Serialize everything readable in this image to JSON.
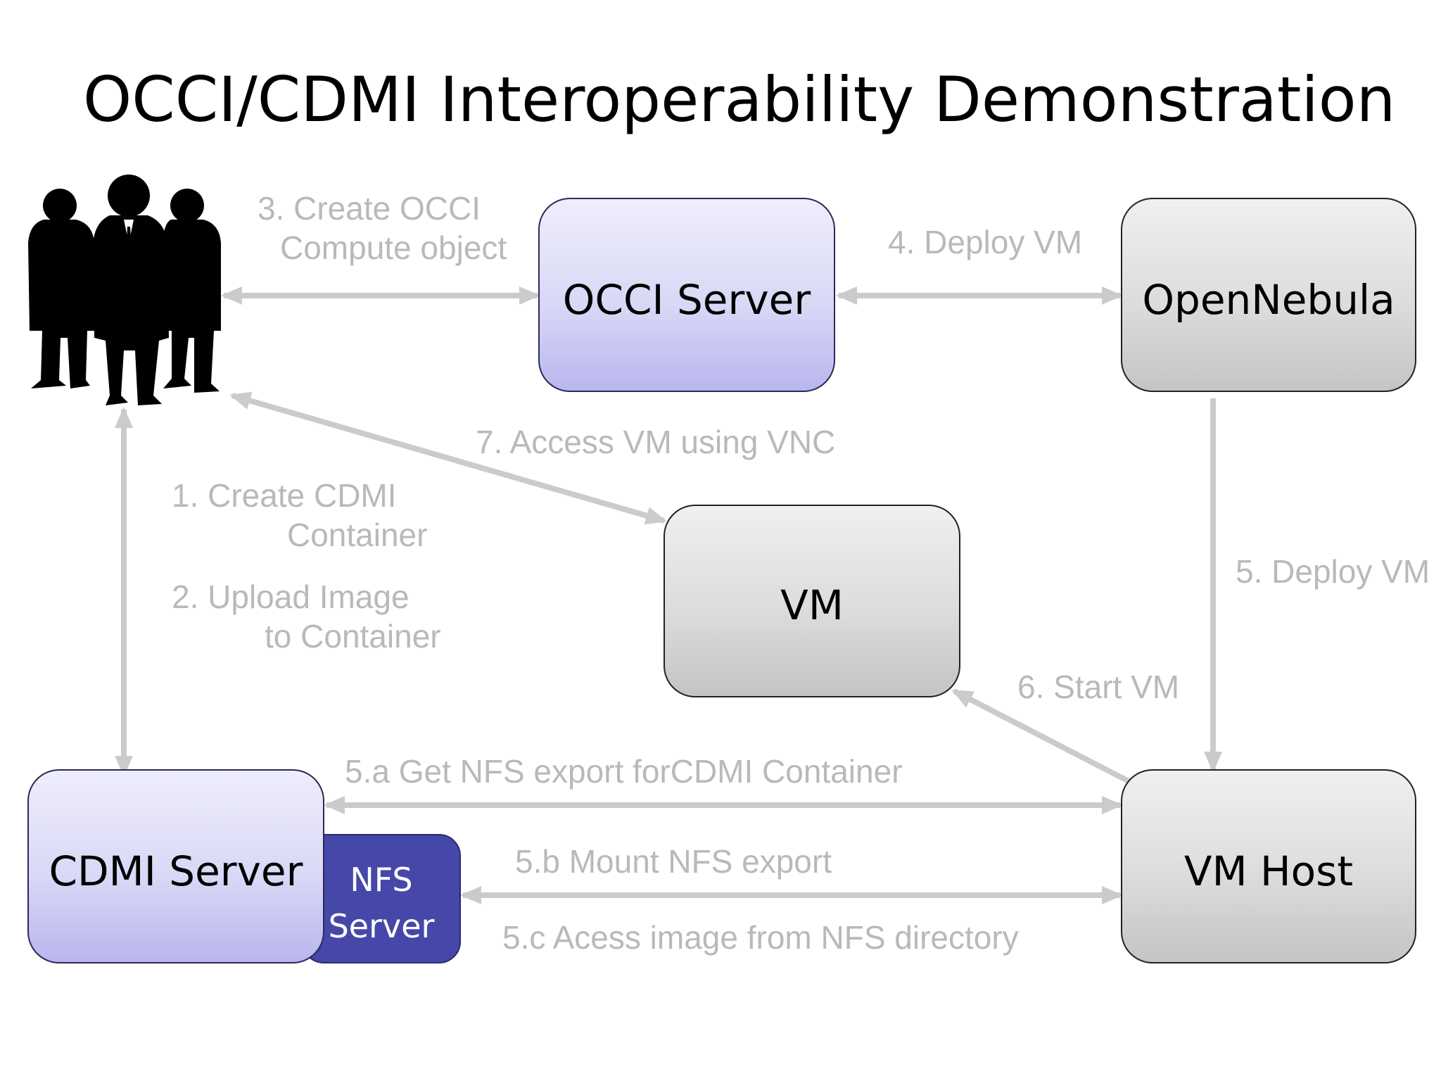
{
  "title": "OCCI/CDMI Interoperability Demonstration",
  "nodes": {
    "occi_server": "OCCI Server",
    "opennebula": "OpenNebula",
    "vm": "VM",
    "cdmi_server": "CDMI Server",
    "nfs_server_line1": "NFS",
    "nfs_server_line2": "Server",
    "vm_host": "VM Host"
  },
  "steps": {
    "s3_line1": "3. Create OCCI",
    "s3_line2": "Compute object",
    "s4": "4. Deploy VM",
    "s7": "7. Access VM using VNC",
    "s1_line1": "1. Create CDMI",
    "s1_line2": "Container",
    "s2_line1": "2. Upload Image",
    "s2_line2": "to Container",
    "s5": "5. Deploy VM",
    "s6": "6. Start VM",
    "s5a": "5.a Get NFS export forCDMI Container",
    "s5b": "5.b Mount NFS export",
    "s5c": "5.c Acess image from NFS directory"
  },
  "colors": {
    "blue_box_top": "#efeefb",
    "blue_box_bottom": "#b8b6ee",
    "gray_box_top": "#f0f0f0",
    "gray_box_bottom": "#c4c4c4",
    "nfs_box": "#4548a8",
    "arrow": "#cbcbcb",
    "step_text": "#b9b9b9"
  },
  "icons": {
    "users": "people-silhouette-icon"
  }
}
